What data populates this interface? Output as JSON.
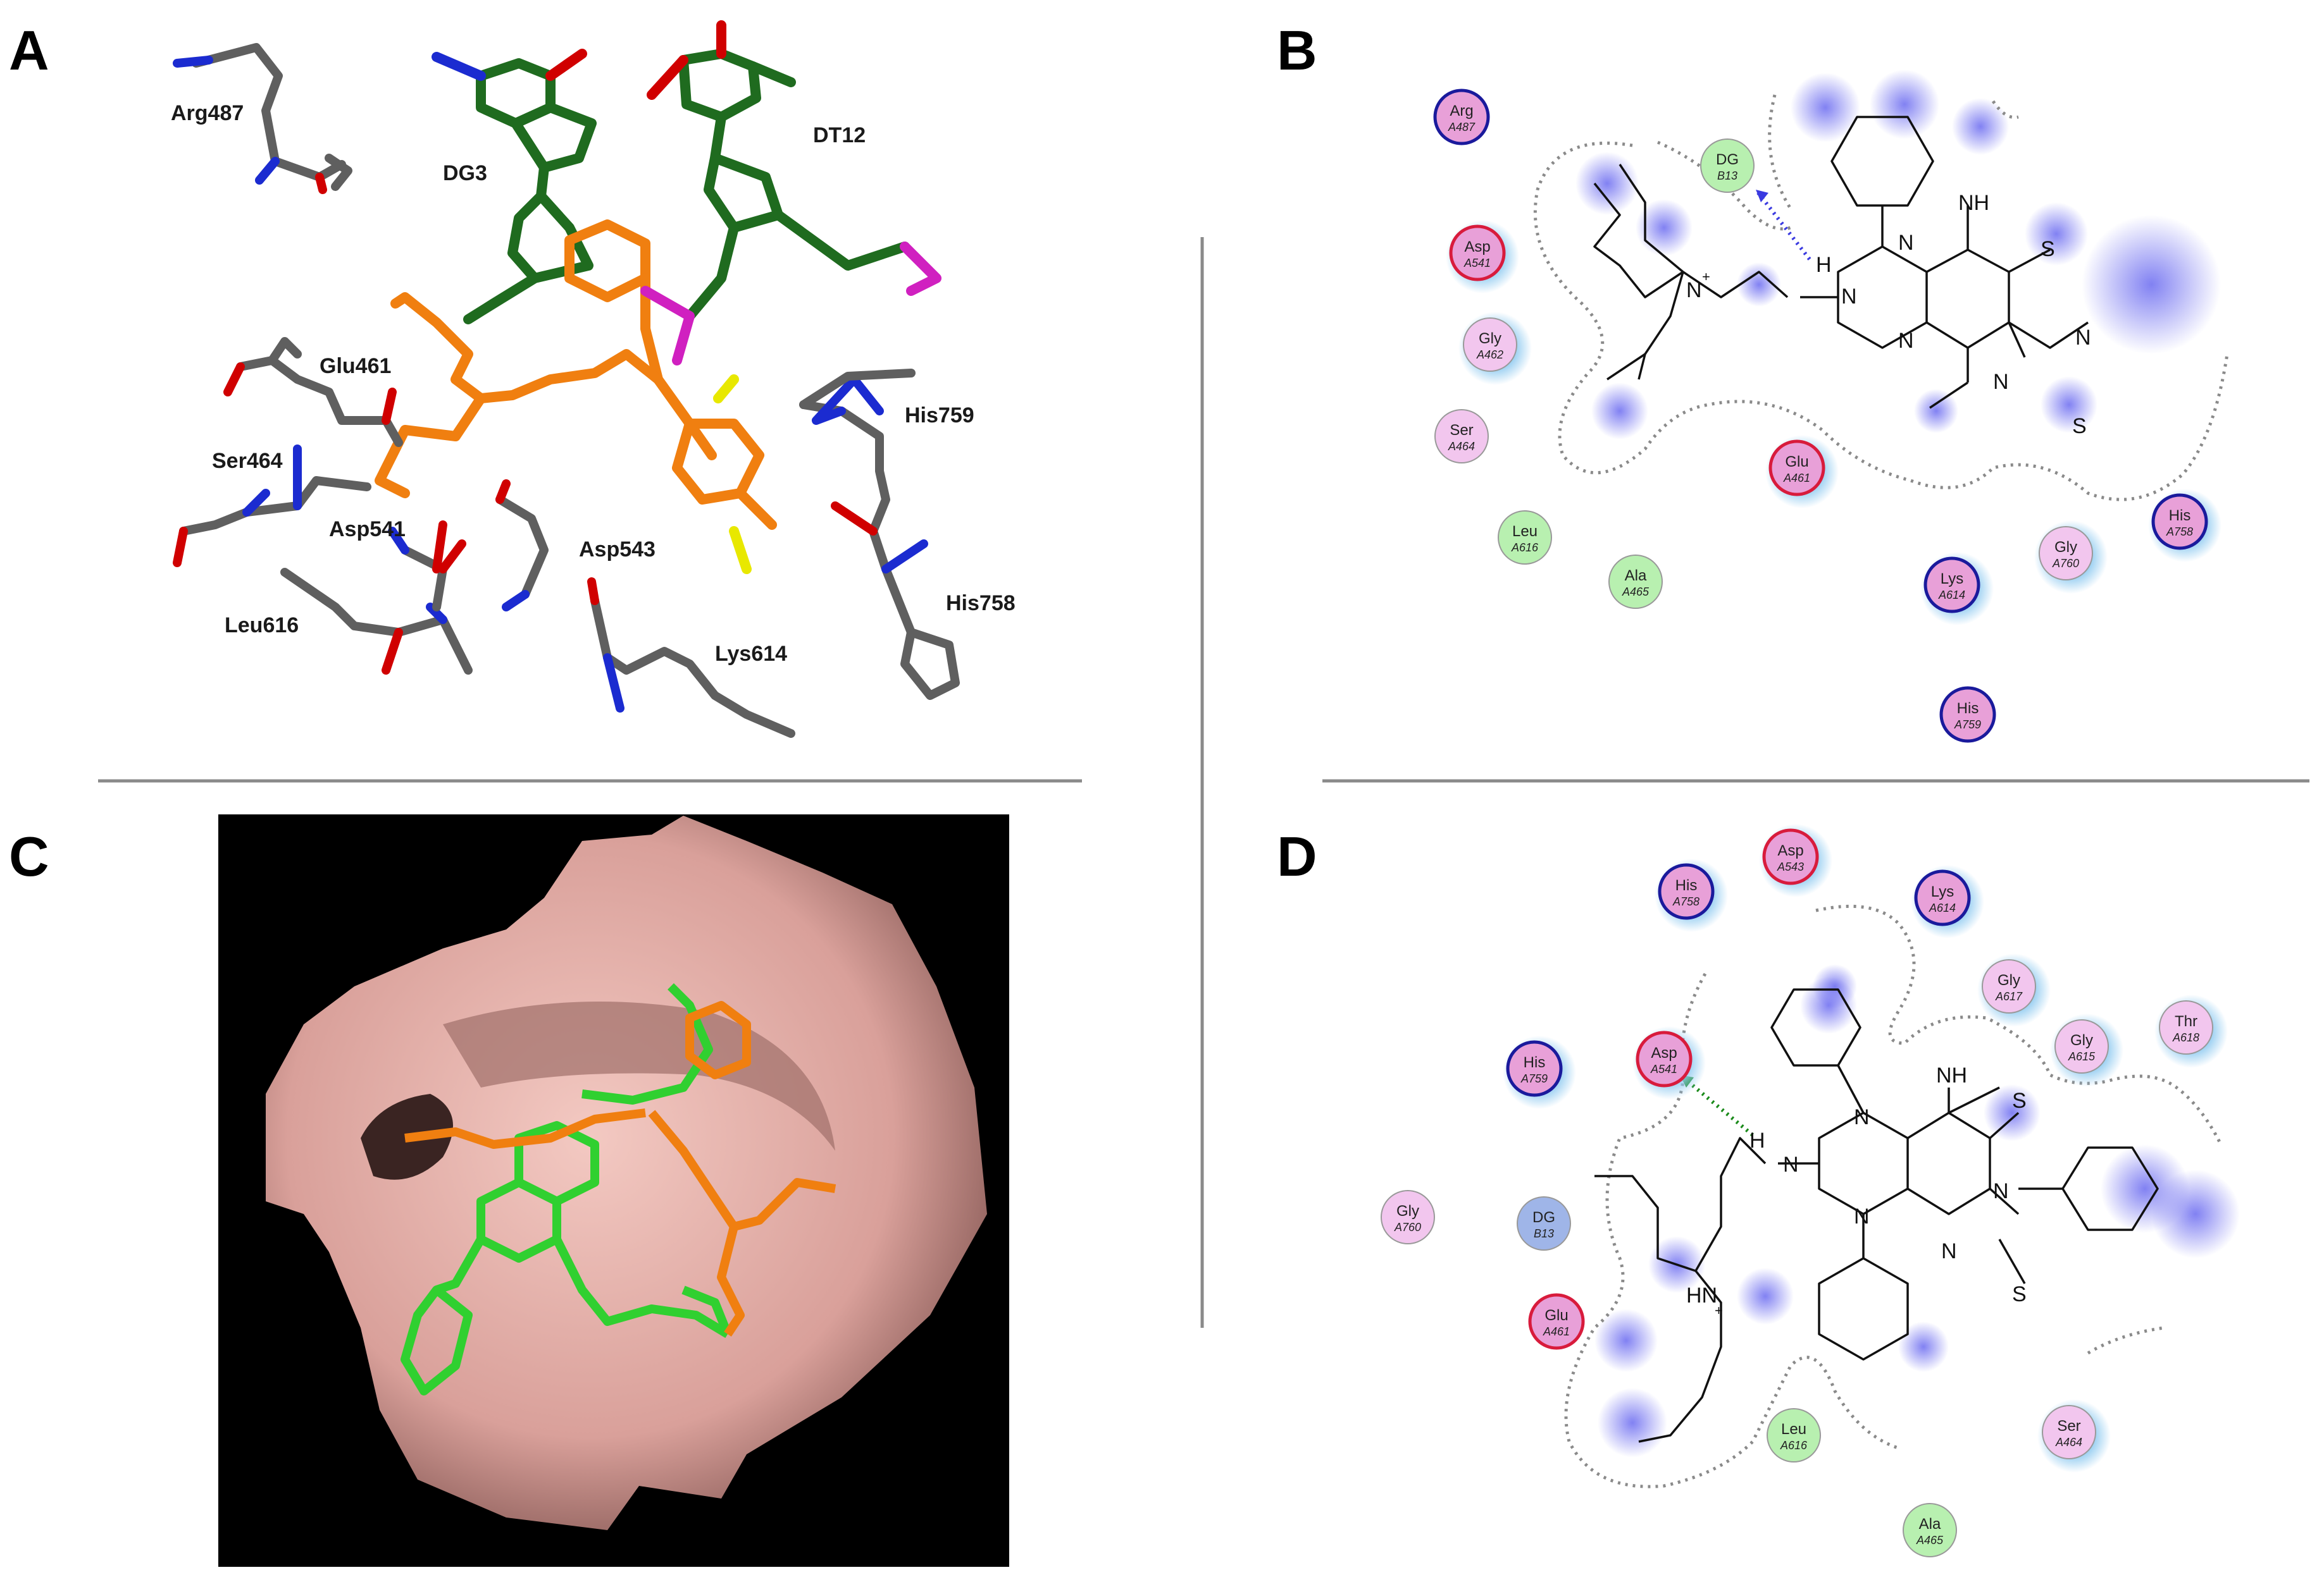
{
  "panels": {
    "A": {
      "label": "A",
      "residues": [
        "Arg487",
        "DG3",
        "DT12",
        "Glu461",
        "Ser464",
        "Asp541",
        "His759",
        "Asp543",
        "Leu616",
        "His758",
        "Lys614"
      ]
    },
    "B": {
      "label": "B",
      "residues": [
        {
          "name": "Arg",
          "num": "A487",
          "kind": "basic"
        },
        {
          "name": "DG",
          "num": "B13",
          "kind": "hydrophobic"
        },
        {
          "name": "Asp",
          "num": "A541",
          "kind": "acidic"
        },
        {
          "name": "Gly",
          "num": "A462",
          "kind": "polar"
        },
        {
          "name": "Ser",
          "num": "A464",
          "kind": "polar"
        },
        {
          "name": "Glu",
          "num": "A461",
          "kind": "acidic"
        },
        {
          "name": "Leu",
          "num": "A616",
          "kind": "hydrophobic"
        },
        {
          "name": "Ala",
          "num": "A465",
          "kind": "hydrophobic"
        },
        {
          "name": "Lys",
          "num": "A614",
          "kind": "basic"
        },
        {
          "name": "Gly",
          "num": "A760",
          "kind": "polar"
        },
        {
          "name": "His",
          "num": "A758",
          "kind": "basic"
        },
        {
          "name": "His",
          "num": "A759",
          "kind": "basic"
        }
      ],
      "atoms": {
        "nh": "NH",
        "s1": "S",
        "s2": "S",
        "n1": "N",
        "n2": "N",
        "n3": "N",
        "n4": "N",
        "nplus": "N",
        "plus": "+",
        "h": "H",
        "nlink": "N"
      }
    },
    "C": {
      "label": "C"
    },
    "D": {
      "label": "D",
      "residues": [
        {
          "name": "Asp",
          "num": "A543",
          "kind": "acidic"
        },
        {
          "name": "His",
          "num": "A758",
          "kind": "basic"
        },
        {
          "name": "Lys",
          "num": "A614",
          "kind": "basic"
        },
        {
          "name": "Gly",
          "num": "A617",
          "kind": "polar"
        },
        {
          "name": "Gly",
          "num": "A615",
          "kind": "polar"
        },
        {
          "name": "Thr",
          "num": "A618",
          "kind": "polar"
        },
        {
          "name": "His",
          "num": "A759",
          "kind": "basic"
        },
        {
          "name": "Asp",
          "num": "A541",
          "kind": "acidic"
        },
        {
          "name": "Gly",
          "num": "A760",
          "kind": "polar"
        },
        {
          "name": "DG",
          "num": "B13",
          "kind": "nucleic"
        },
        {
          "name": "Glu",
          "num": "A461",
          "kind": "acidic"
        },
        {
          "name": "Leu",
          "num": "A616",
          "kind": "hydrophobic"
        },
        {
          "name": "Ser",
          "num": "A464",
          "kind": "polar"
        },
        {
          "name": "Ala",
          "num": "A465",
          "kind": "hydrophobic"
        }
      ],
      "atoms": {
        "nh": "NH",
        "s1": "S",
        "s2": "S",
        "n1": "N",
        "n2": "N",
        "n3": "N",
        "n4": "N",
        "hn": "HN",
        "plus": "+",
        "h": "H",
        "nlink": "N"
      }
    }
  },
  "colors": {
    "acidic": "#e8a0d8",
    "basic": "#e8a0d8",
    "polar": "#f2c6ee",
    "hydrophobic": "#b8f0b0",
    "nucleic": "#9fb5e8",
    "acidic_ring": "#d81b3c",
    "basic_ring": "#1a1a9c",
    "carbon": "#5a5a5a",
    "ligand": "#f07f10",
    "dna": "#1f6b1f",
    "pocket": "#d9a7a0",
    "ligand2": "#30d030"
  }
}
